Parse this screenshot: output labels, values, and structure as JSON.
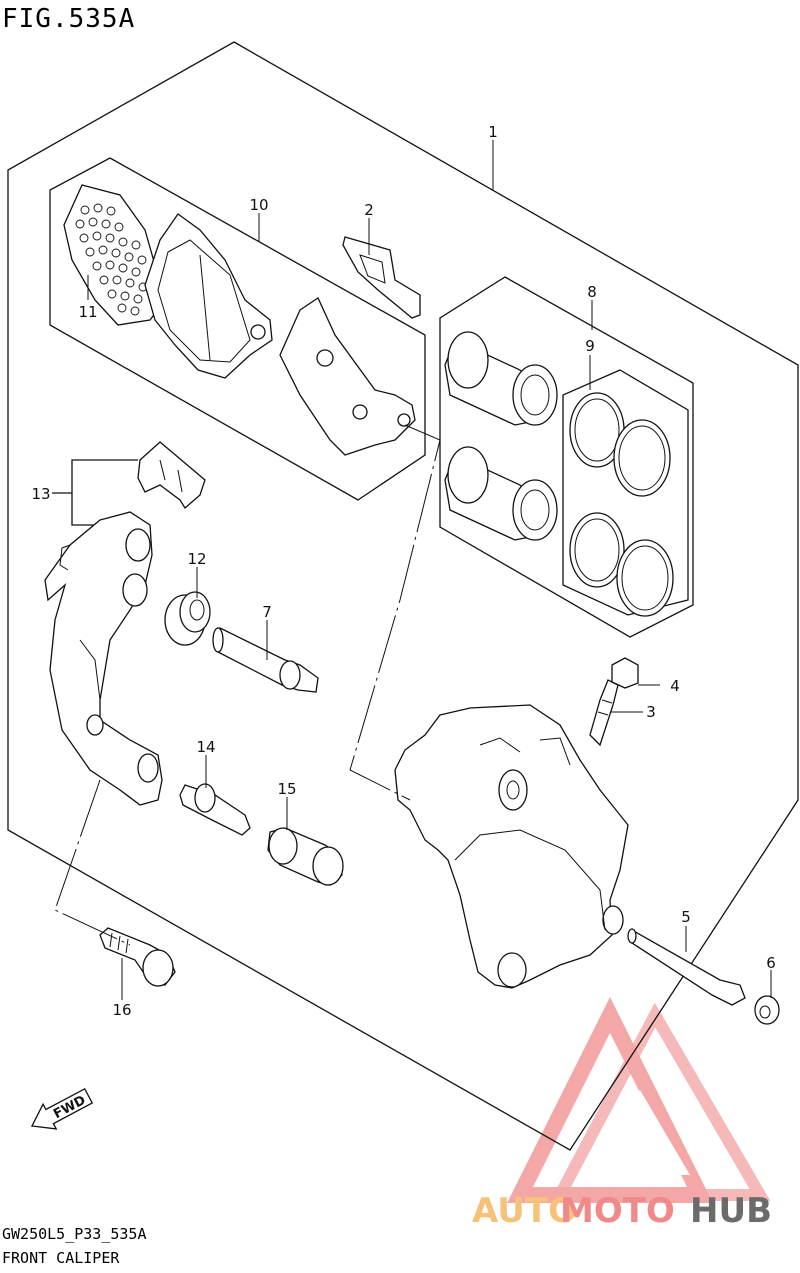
{
  "figure": {
    "title": "FIG.535A",
    "code": "GW250L5_P33_535A",
    "name": "FRONT CALIPER",
    "fwd_label": "FWD"
  },
  "callouts": [
    "1",
    "2",
    "3",
    "4",
    "5",
    "6",
    "7",
    "8",
    "9",
    "10",
    "11",
    "12",
    "13",
    "14",
    "15",
    "16"
  ],
  "watermark": {
    "brand_a": "AUTO",
    "brand_b": "MOTO",
    "brand_c": "HUB",
    "color_a": "#f6c27a",
    "color_b": "#f08a8a",
    "color_c": "#6b6b6b",
    "logo_color": "#f08a8a"
  }
}
